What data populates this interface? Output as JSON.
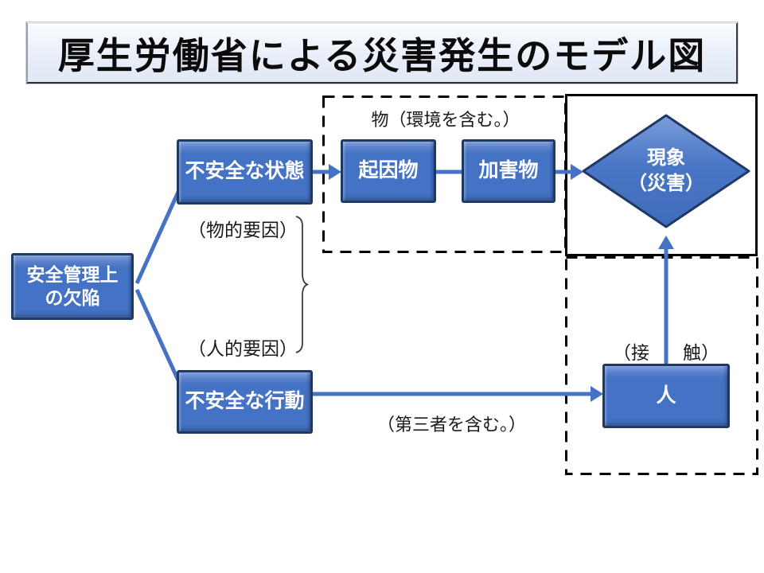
{
  "title": "厚生労働省による災害発生のモデル図",
  "nodes": {
    "defect": "安全管理上\nの欠陥",
    "unsafe_state": "不安全な状態",
    "cause": "起因物",
    "harm": "加害物",
    "phenomenon": "現象\n（災害）",
    "unsafe_act": "不安全な行動",
    "person": "人"
  },
  "annotations": {
    "things": "物（環境を含む。）",
    "material_factor": "（物的要因）",
    "human_factor": "（人的要因）",
    "third_party": "（第三者を含む。）",
    "contact_left": "（接",
    "contact_right": "触）"
  },
  "colors": {
    "node_fill": "#4472C4",
    "node_border": "#1F3864",
    "arrow": "#4472C4",
    "frame": "#000000",
    "title_bg": "#E9EFF9"
  }
}
